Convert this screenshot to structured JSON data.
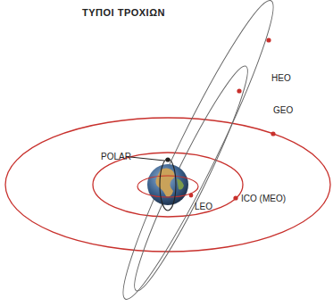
{
  "diagram": {
    "title": "ΤΥΠΟΙ ΤΡΟΧΙΩΝ",
    "labels": [
      "HEO",
      "GEO",
      "POLAR",
      "LEO",
      "ICO (MEO)"
    ]
  }
}
